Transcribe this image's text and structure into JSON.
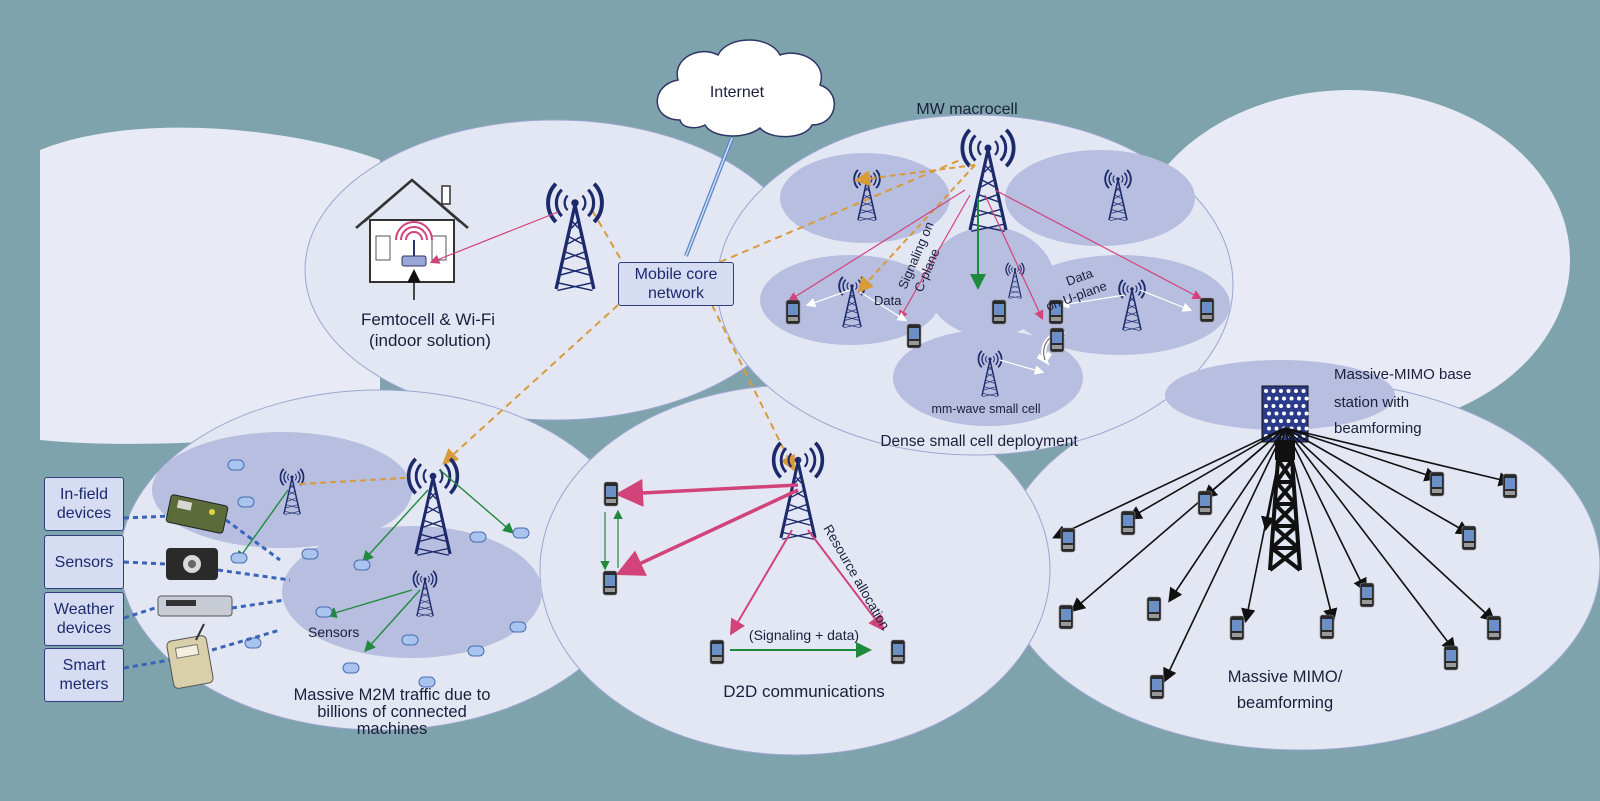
{
  "labels": {
    "internet": "Internet",
    "macrocell": "MW macrocell",
    "mobile_core_l1": "Mobile core",
    "mobile_core_l2": "network",
    "femtocell_l1": "Femtocell & Wi-Fi",
    "femtocell_l2": "(indoor solution)",
    "signaling_l1": "Signaling on",
    "signaling_l2": "C-plane",
    "data_left": "Data",
    "data_right_l1": "Data",
    "data_right_l2": "on U-plane",
    "mmwave": "mm-wave small cell",
    "dense": "Dense small cell deployment",
    "mimo_bs_l1": "Massive-MIMO base",
    "mimo_bs_l2": "station with",
    "mimo_bs_l3": "beamforming",
    "sensors_inner": "Sensors",
    "m2m_l1": "Massive M2M traffic due to",
    "m2m_l2": "billions of connected",
    "m2m_l3": "machines",
    "resource": "Resource allocation",
    "signal_data": "(Signaling + data)",
    "d2d": "D2D communications",
    "mimo_l1": "Massive MIMO/",
    "mimo_l2": "beamforming"
  },
  "device_boxes": [
    {
      "l1": "In-field",
      "l2": "devices"
    },
    {
      "l1": "Sensors",
      "l2": ""
    },
    {
      "l1": "Weather",
      "l2": "devices"
    },
    {
      "l1": "Smart",
      "l2": "meters"
    }
  ],
  "colors": {
    "background": "#7fa3ad",
    "bubble": "#e3e7f4",
    "small_cell": "#b7bedf",
    "tower": "#1c2a6b",
    "orange_dashed": "#d99a3a",
    "magenta": "#d2437a",
    "green": "#1f8a3c"
  }
}
